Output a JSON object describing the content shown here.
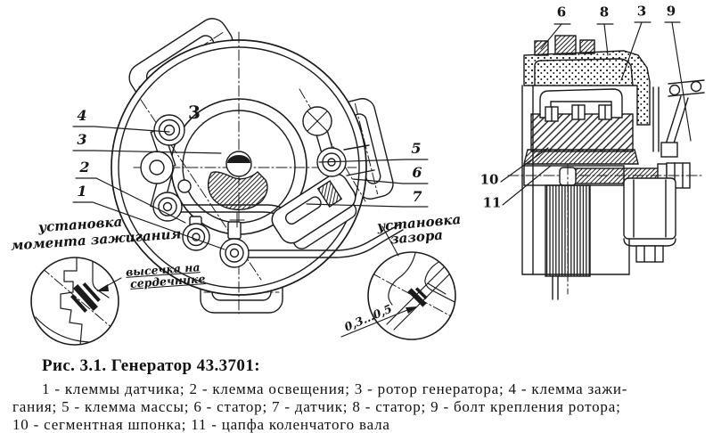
{
  "figure": {
    "caption": {
      "title": "Рис. 3.1. Генератор 43.3701:",
      "lines": [
        "1 - клеммы датчика; 2 - клемма освещения; 3 - ротор генератора; 4 - клемма зажи-",
        "гания; 5 - клемма массы; 6 - статор; 7 - датчик; 8 - статор; 9 - болт крепления ротора;",
        "10 - сегментная шпонка; 11 - цапфа коленчатого вала"
      ]
    },
    "front_view": {
      "rotor_label": "3",
      "callouts_left": [
        "4",
        "3",
        "2",
        "1"
      ],
      "callouts_right": [
        "5",
        "6",
        "7"
      ]
    },
    "section_view": {
      "callouts_top": [
        "6",
        "8",
        "3",
        "9"
      ],
      "callouts_side": [
        "10",
        "11"
      ]
    },
    "annotations": {
      "timing_line1": "установка",
      "timing_line2": "момента зажигания",
      "notch_line1": "высечка на",
      "notch_line2": "сердечнике",
      "gap_line1": "установка",
      "gap_line2": "зазора",
      "gap_value": "0,3...0,5"
    },
    "colors": {
      "ink": "#1b1b1b",
      "paper": "#ffffff"
    }
  }
}
